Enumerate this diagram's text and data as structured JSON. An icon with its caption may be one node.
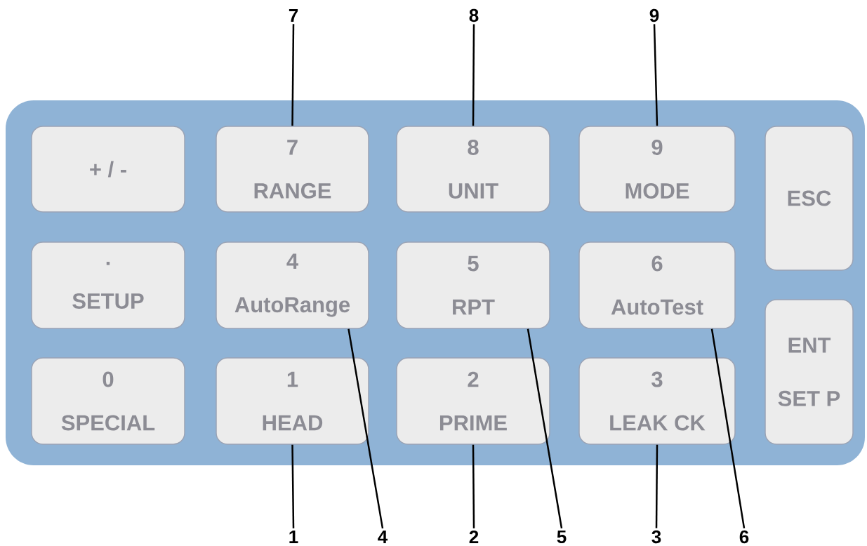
{
  "diagram": {
    "nodes": [
      {
        "text": [
          "7"
        ]
      },
      {
        "text": [
          "8"
        ]
      },
      {
        "text": [
          "9"
        ]
      },
      {
        "text": [],
        "shape": "box"
      },
      {
        "text": [
          "+ / -"
        ],
        "in": 3
      },
      {
        "text": [
          "7",
          "RANGE"
        ],
        "in": 3
      },
      {
        "text": [
          "8",
          "UNIT"
        ],
        "in": 3
      },
      {
        "text": [
          "9",
          "MODE"
        ],
        "in": 3
      },
      {
        "text": [
          "ESC"
        ],
        "in": 3
      },
      {
        "text": [
          ".",
          "SETUP"
        ],
        "in": 3
      },
      {
        "text": [
          "4",
          "AutoRange"
        ],
        "in": 3
      },
      {
        "text": [
          "5",
          "RPT"
        ],
        "in": 3
      },
      {
        "text": [
          "6",
          "AutoTest"
        ],
        "in": 3
      },
      {
        "text": [
          "0",
          "SPECIAL"
        ],
        "in": 3
      },
      {
        "text": [
          "1",
          "HEAD"
        ],
        "in": 3
      },
      {
        "text": [
          "2",
          "PRIME"
        ],
        "in": 3
      },
      {
        "text": [
          "3",
          "LEAK CK"
        ],
        "in": 3
      },
      {
        "text": [
          "ENT",
          "SET P"
        ],
        "in": 3
      },
      {
        "text": [
          "1"
        ]
      },
      {
        "text": [
          "4"
        ]
      },
      {
        "text": [
          "2"
        ]
      },
      {
        "text": [
          "5"
        ]
      },
      {
        "text": [
          "3"
        ]
      },
      {
        "text": [
          "6"
        ]
      }
    ],
    "edges": [
      {
        "from": 0,
        "to": 5,
        "arrow": "none"
      },
      {
        "from": 1,
        "to": 6,
        "arrow": "none"
      },
      {
        "from": 2,
        "to": 7,
        "arrow": "none"
      },
      {
        "from": 18,
        "to": 14,
        "arrow": "none"
      },
      {
        "from": 19,
        "to": 10,
        "arrow": "none"
      },
      {
        "from": 20,
        "to": 15,
        "arrow": "none"
      },
      {
        "from": 21,
        "to": 11,
        "arrow": "none"
      },
      {
        "from": 22,
        "to": 16,
        "arrow": "none"
      },
      {
        "from": 23,
        "to": 12,
        "arrow": "none"
      }
    ]
  }
}
